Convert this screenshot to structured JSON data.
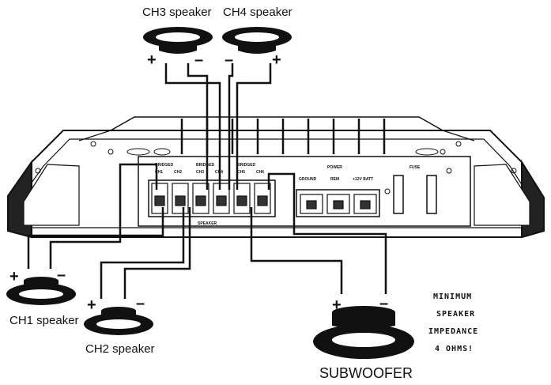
{
  "speakers": {
    "ch3": {
      "label": "CH3 speaker",
      "plus": "+",
      "minus": "–"
    },
    "ch4": {
      "label": "CH4 speaker",
      "plus": "+",
      "minus": "–"
    },
    "ch1": {
      "label": "CH1 speaker",
      "plus": "+",
      "minus": "–"
    },
    "ch2": {
      "label": "CH2 speaker",
      "plus": "+",
      "minus": "–"
    },
    "subwoofer": {
      "label": "SUBWOOFER",
      "plus": "+",
      "minus": "–"
    }
  },
  "amplifier": {
    "bridged_labels": [
      "BRIDGED",
      "BRIDGED",
      "BRIDGED"
    ],
    "channel_labels": [
      "CH1",
      "CH2",
      "CH3",
      "CH4",
      "CH5",
      "CH6"
    ],
    "speaker_label": "SPEAKER",
    "power_label": "POWER",
    "power_terminals": [
      "GROUND",
      "REM",
      "+12V BATT"
    ],
    "fuse_label": "FUSE"
  },
  "note": {
    "lines": [
      "MINIMUM",
      "SPEAKER",
      "IMPEDANCE",
      "4 OHMS!"
    ]
  },
  "colors": {
    "ink": "#111111",
    "background": "#ffffff"
  }
}
